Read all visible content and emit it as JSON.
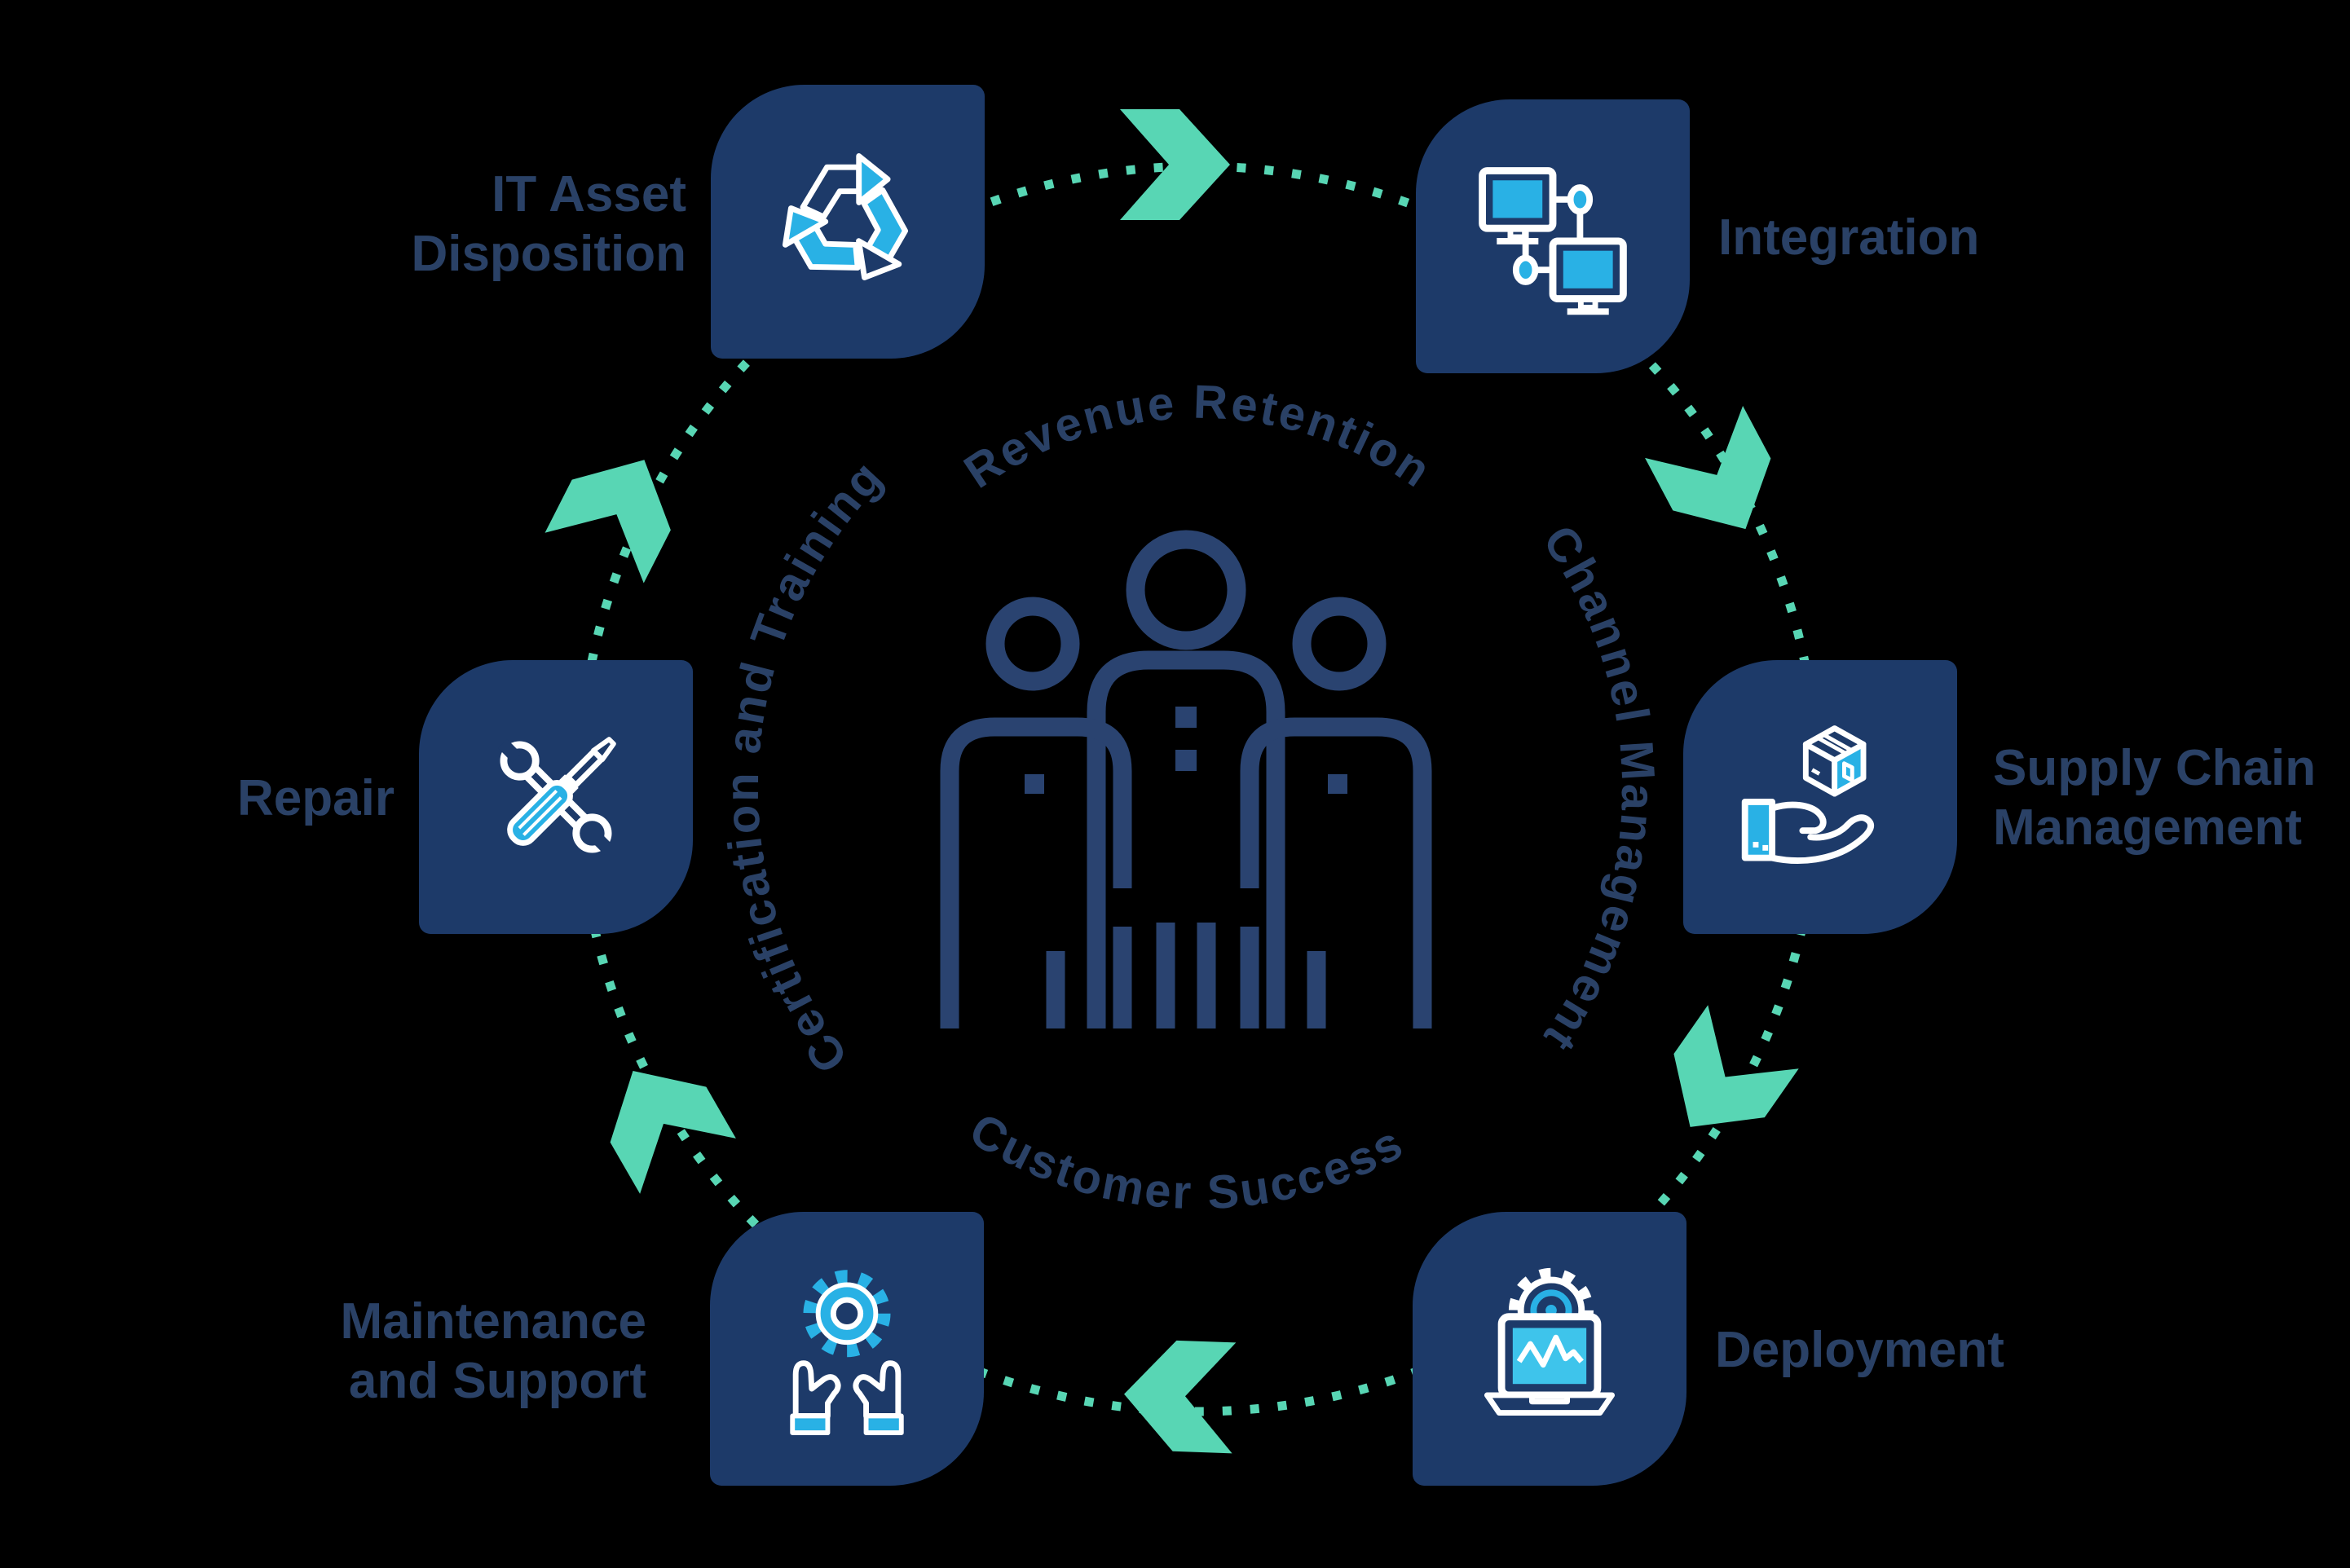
{
  "colors": {
    "background": "#000000",
    "tile_navy": "#1d3a69",
    "icon_cyan": "#29b1e5",
    "icon_cyan_light": "#3ec4eb",
    "arrow_teal": "#58d6b4",
    "label_navy": "#2a4166",
    "ring_label_navy": "#2a4166",
    "center_icon_navy": "#2a4370",
    "icon_white": "#ffffff"
  },
  "nodes": [
    {
      "id": "it-asset-disposition",
      "label_line1": "IT Asset",
      "label_line2": "Disposition",
      "icon": "recycle-icon"
    },
    {
      "id": "integration",
      "label_line1": "Integration",
      "label_line2": "",
      "icon": "networked-computers-icon"
    },
    {
      "id": "supply-chain-management",
      "label_line1": "Supply Chain",
      "label_line2": "Management",
      "icon": "hand-delivery-box-icon"
    },
    {
      "id": "deployment",
      "label_line1": "Deployment",
      "label_line2": "",
      "icon": "laptop-gear-icon"
    },
    {
      "id": "maintenance-and-support",
      "label_line1": "Maintenance",
      "label_line2": "and Support",
      "icon": "hands-holding-gear-icon"
    },
    {
      "id": "repair",
      "label_line1": "Repair",
      "label_line2": "",
      "icon": "wrench-screwdriver-icon"
    }
  ],
  "ring_labels": {
    "top": "Revenue Retention",
    "right": "Channel Management",
    "bottom": "Customer Success",
    "left": "Certification and Training"
  },
  "center_icon": "team-of-people-icon",
  "flow": {
    "arrow_count": 6,
    "direction": "clockwise"
  }
}
